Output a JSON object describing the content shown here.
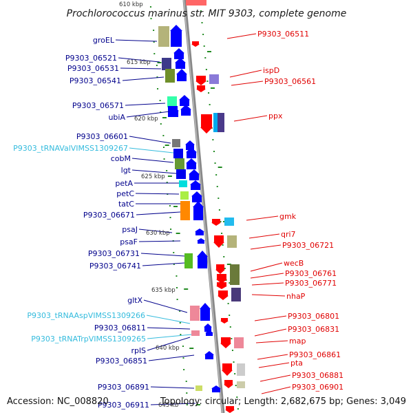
{
  "title": "Prochlorococcus marinus str. MIT 9303, complete genome",
  "footer": {
    "accession": "Accession: NC_008820",
    "info": "Topology: circular; Length: 2,682,675 bp; Genes: 3,049"
  },
  "colors": {
    "strand_minus_label": "#00008b",
    "strand_plus_label": "#e00000",
    "rna_label": "#33bbdd",
    "backbone": "#888888",
    "tick": "#228b22",
    "forward_gene": "#0000ff",
    "reverse_gene": "#ff0000"
  },
  "kbp_labels": [
    {
      "text": "610 kbp"
    },
    {
      "text": "615 kbp"
    },
    {
      "text": "620 kbp"
    },
    {
      "text": "625 kbp"
    },
    {
      "text": "630 kbp"
    },
    {
      "text": "635 kbp"
    },
    {
      "text": "640 kbp"
    },
    {
      "text": "645 kb"
    }
  ],
  "left_labels": [
    {
      "text": "groEL",
      "type": "gene"
    },
    {
      "text": "P9303_06521",
      "type": "gene"
    },
    {
      "text": "P9303_06531",
      "type": "gene"
    },
    {
      "text": "P9303_06541",
      "type": "gene"
    },
    {
      "text": "P9303_06571",
      "type": "gene"
    },
    {
      "text": "ubiA",
      "type": "gene"
    },
    {
      "text": "P9303_06601",
      "type": "gene"
    },
    {
      "text": "P9303_tRNAValVIMSS1309267",
      "type": "rna"
    },
    {
      "text": "cobM",
      "type": "gene"
    },
    {
      "text": "lgt",
      "type": "gene"
    },
    {
      "text": "petA",
      "type": "gene"
    },
    {
      "text": "petC",
      "type": "gene"
    },
    {
      "text": "tatC",
      "type": "gene"
    },
    {
      "text": "P9303_06671",
      "type": "gene"
    },
    {
      "text": "psaJ",
      "type": "gene"
    },
    {
      "text": "psaF",
      "type": "gene"
    },
    {
      "text": "P9303_06731",
      "type": "gene"
    },
    {
      "text": "P9303_06741",
      "type": "gene"
    },
    {
      "text": "gltX",
      "type": "gene"
    },
    {
      "text": "P9303_tRNAAspVIMSS1309266",
      "type": "rna"
    },
    {
      "text": "P9303_06811",
      "type": "gene"
    },
    {
      "text": "P9303_tRNATrpVIMSS1309265",
      "type": "rna"
    },
    {
      "text": "rplS",
      "type": "gene"
    },
    {
      "text": "P9303_06851",
      "type": "gene"
    },
    {
      "text": "P9303_06891",
      "type": "gene"
    },
    {
      "text": "P9303_06911",
      "type": "gene"
    }
  ],
  "right_labels": [
    {
      "text": "P9303_06511"
    },
    {
      "text": "ispD"
    },
    {
      "text": "P9303_06561"
    },
    {
      "text": "ppx"
    },
    {
      "text": "gmk"
    },
    {
      "text": "qri7"
    },
    {
      "text": "P9303_06721"
    },
    {
      "text": "wecB"
    },
    {
      "text": "P9303_06761"
    },
    {
      "text": "P9303_06771"
    },
    {
      "text": "nhaP"
    },
    {
      "text": "P9303_06801"
    },
    {
      "text": "P9303_06831"
    },
    {
      "text": "map"
    },
    {
      "text": "P9303_06861"
    },
    {
      "text": "pta"
    },
    {
      "text": "P9303_06881"
    },
    {
      "text": "P9303_06901"
    }
  ]
}
